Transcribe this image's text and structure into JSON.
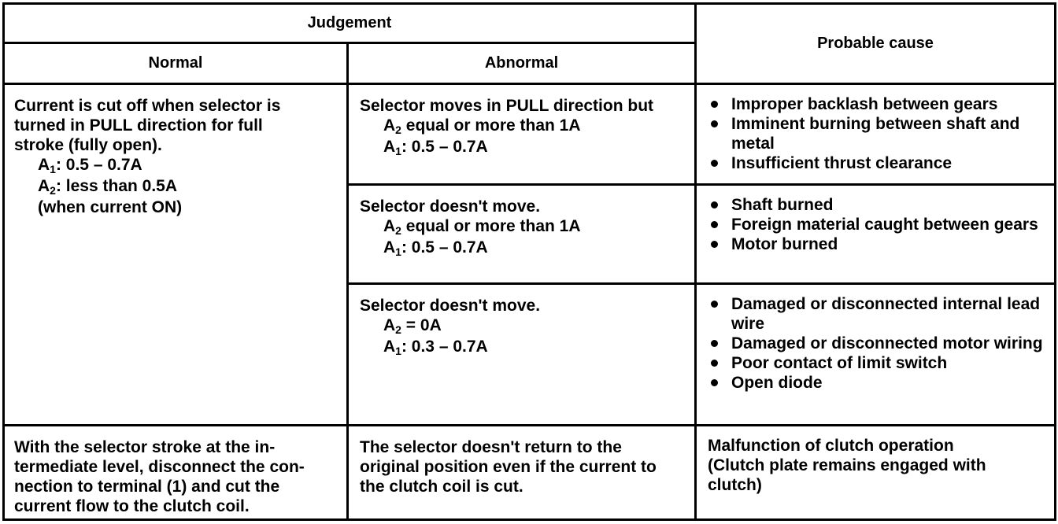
{
  "headers": {
    "judgement": "Judgement",
    "normal": "Normal",
    "abnormal": "Abnormal",
    "probable_cause": "Probable cause"
  },
  "normal_1": {
    "line1": "Current is cut off when selector is",
    "line2": "turned in PULL direction for full",
    "line3": "stroke (fully open).",
    "a1_label": "A",
    "a1_sub": "1",
    "a1_value": ":  0.5 – 0.7A",
    "a2_label": "A",
    "a2_sub": "2",
    "a2_value": ":  less than 0.5A",
    "note": "(when current ON)"
  },
  "abnormal_rows": [
    {
      "title": "Selector moves in PULL direction but",
      "a2_label": "A",
      "a2_sub": "2",
      "a2_value": " equal or more than 1A",
      "a1_label": "A",
      "a1_sub": "1",
      "a1_value": ":  0.5 – 0.7A"
    },
    {
      "title": "Selector doesn't move.",
      "a2_label": "A",
      "a2_sub": "2",
      "a2_value": " equal or more than 1A",
      "a1_label": "A",
      "a1_sub": "1",
      "a1_value": ":  0.5 – 0.7A"
    },
    {
      "title": "Selector doesn't move.",
      "a2_label": "A",
      "a2_sub": "2",
      "a2_value": " = 0A",
      "a1_label": "A",
      "a1_sub": "1",
      "a1_value": ":  0.3 – 0.7A"
    }
  ],
  "cause_rows": [
    [
      "Improper backlash between gears",
      "Imminent burning between shaft and metal",
      "Insufficient thrust clearance"
    ],
    [
      "Shaft burned",
      "Foreign material caught between gears",
      "Motor burned"
    ],
    [
      "Damaged or disconnected internal lead wire",
      "Damaged or disconnected motor wiring",
      "Poor contact of limit switch",
      "Open diode"
    ]
  ],
  "normal_2": {
    "line1": "With the selector stroke at the in-",
    "line2": "termediate level, disconnect the con-",
    "line3": "nection to terminal (1) and cut the",
    "line4": "current flow to the clutch coil."
  },
  "abnormal_4": {
    "line1": "The selector doesn't return to the",
    "line2": "original position even if the current to",
    "line3": "the clutch coil is cut."
  },
  "cause_4": {
    "line1": "Malfunction of clutch operation",
    "line2": "(Clutch plate remains engaged with",
    "line3": "clutch)"
  }
}
